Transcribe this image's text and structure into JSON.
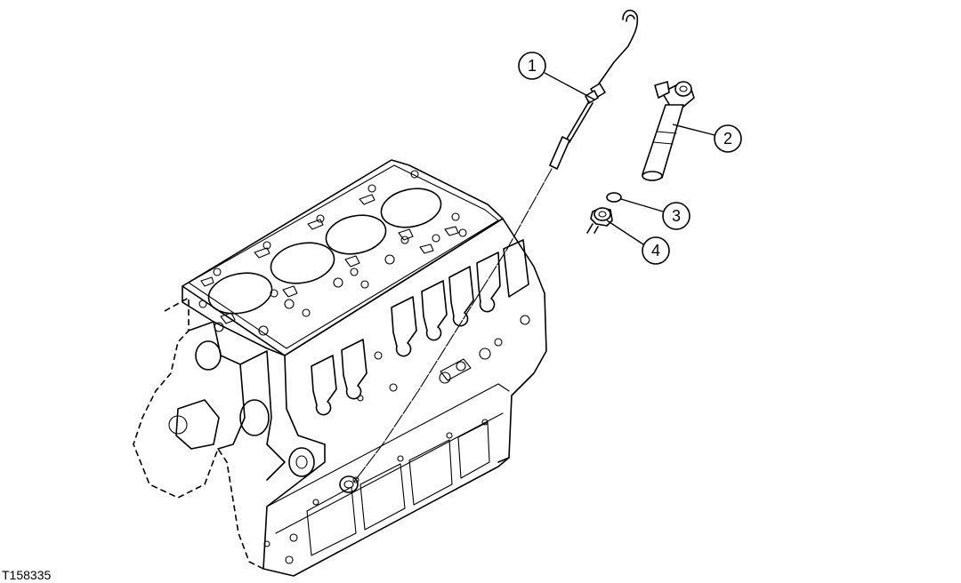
{
  "figure": {
    "id_label": "T158335",
    "callouts": [
      {
        "number": "1",
        "part": "dipstick"
      },
      {
        "number": "2",
        "part": "dipstick-tube"
      },
      {
        "number": "3",
        "part": "o-ring"
      },
      {
        "number": "4",
        "part": "cap-screw"
      }
    ]
  }
}
